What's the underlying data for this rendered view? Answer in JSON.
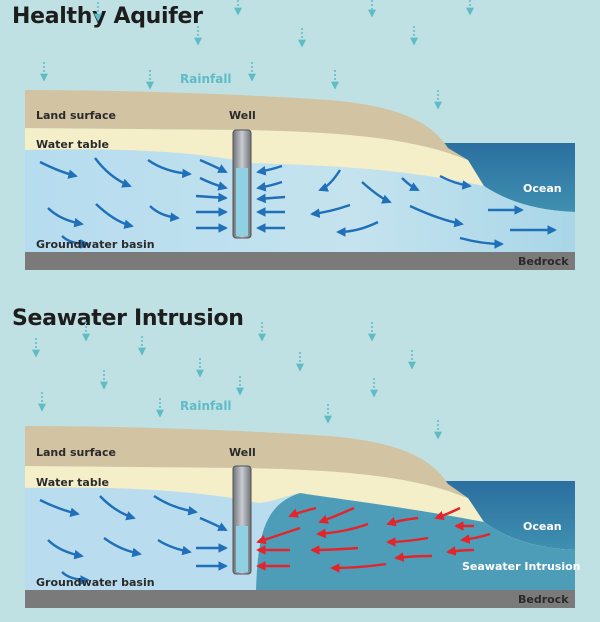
{
  "panels": [
    {
      "title": "Healthy Aquifer",
      "labels": {
        "rainfall": "Rainfall",
        "land_surface": "Land surface",
        "well": "Well",
        "water_table": "Water table",
        "ocean": "Ocean",
        "groundwater_basin": "Groundwater basin",
        "bedrock": "Bedrock"
      }
    },
    {
      "title": "Seawater Intrusion",
      "labels": {
        "rainfall": "Rainfall",
        "land_surface": "Land surface",
        "well": "Well",
        "water_table": "Water table",
        "ocean": "Ocean",
        "seawater_intrusion": "Seawater Intrusion",
        "groundwater_basin": "Groundwater basin",
        "bedrock": "Bedrock"
      }
    }
  ],
  "colors": {
    "sky": "#bfe1e3",
    "land": "#d2c3a2",
    "sand": "#f4eec9",
    "groundwater": "#b9ddef",
    "ocean": "#2f7fa6",
    "seawater": "#4e9db8",
    "bedrock": "#7a7a7a",
    "fresh_arrow": "#1f6fb9",
    "salt_arrow": "#e3242b",
    "rain": "#5fbcc6"
  }
}
